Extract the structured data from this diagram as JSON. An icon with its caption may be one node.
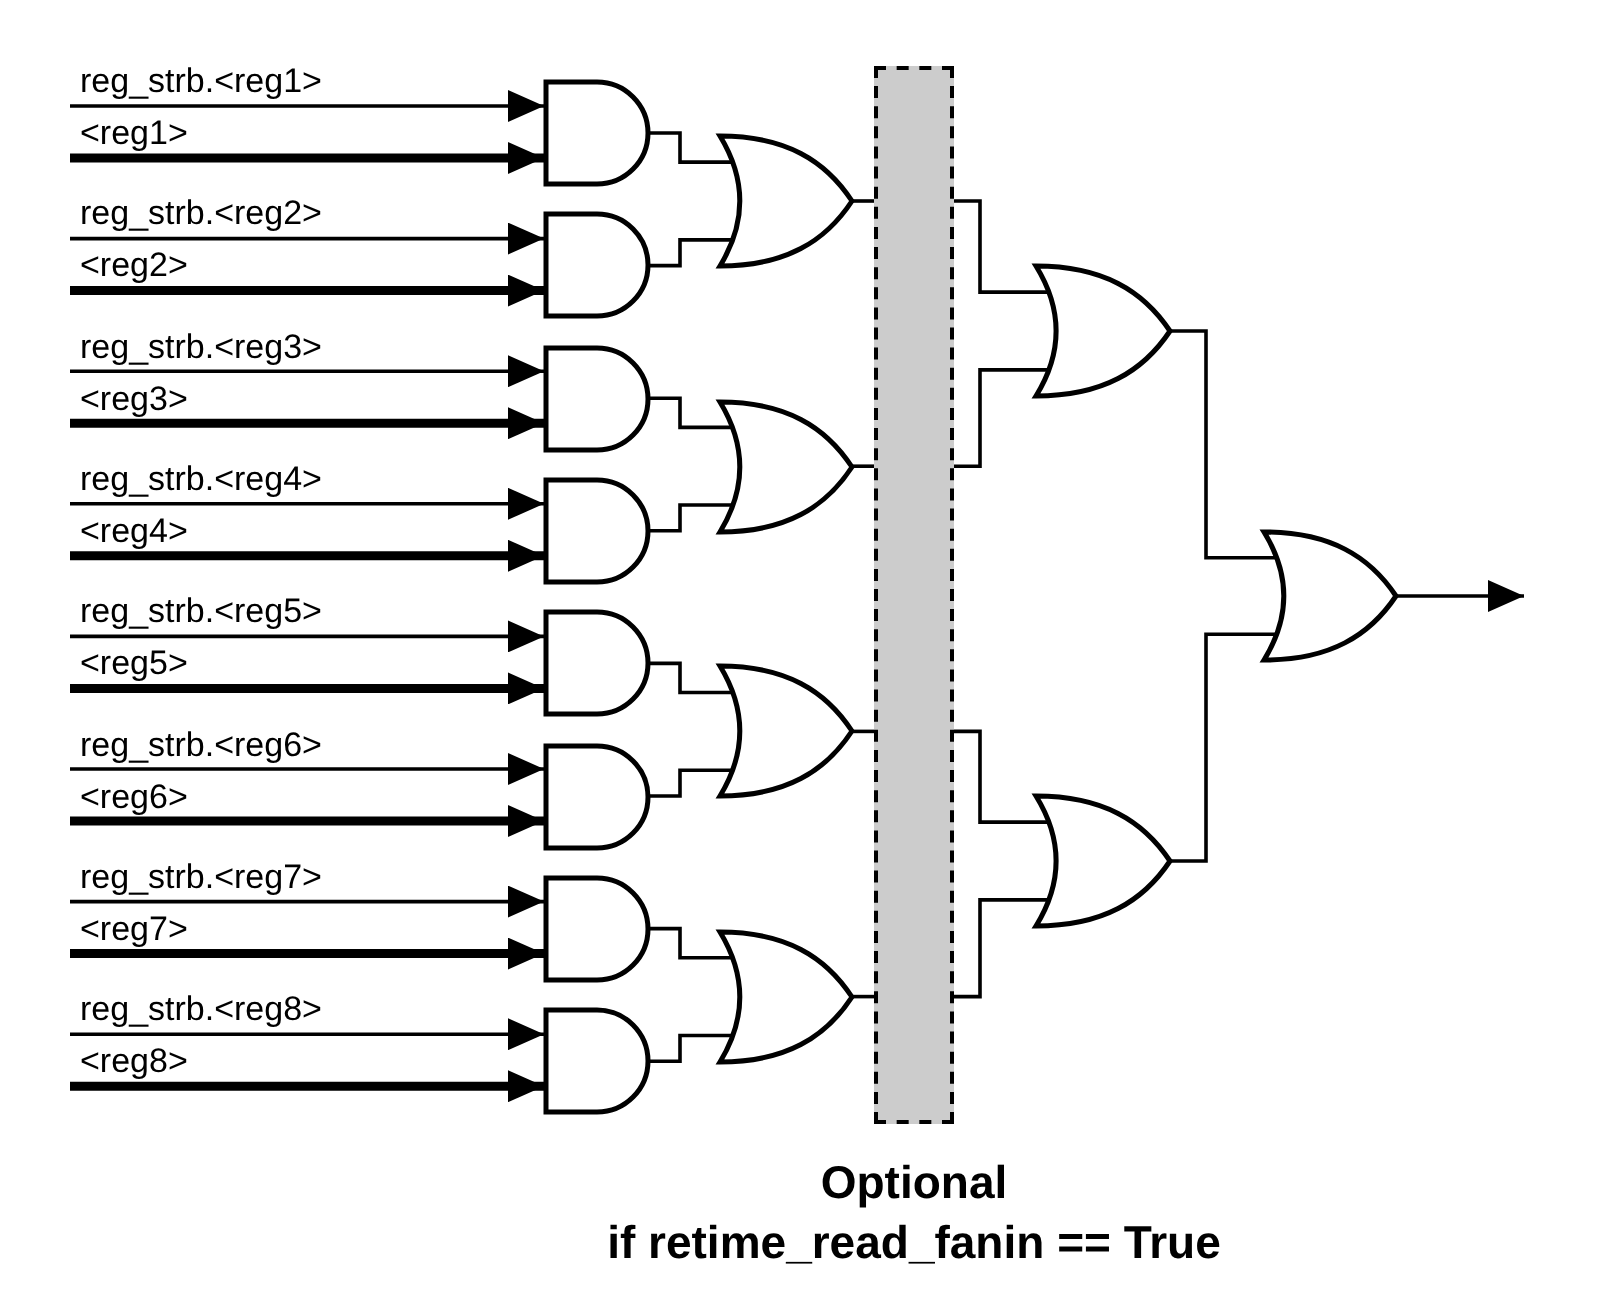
{
  "diagram": {
    "nodes": [
      {
        "text": [],
        "shape": "and-gate"
      },
      {
        "text": [],
        "shape": "and-gate"
      },
      {
        "text": [],
        "shape": "and-gate"
      },
      {
        "text": [],
        "shape": "and-gate"
      },
      {
        "text": [],
        "shape": "and-gate"
      },
      {
        "text": [],
        "shape": "and-gate"
      },
      {
        "text": [],
        "shape": "and-gate"
      },
      {
        "text": [],
        "shape": "and-gate"
      },
      {
        "text": [],
        "shape": "or-gate"
      },
      {
        "text": [],
        "shape": "or-gate"
      },
      {
        "text": [],
        "shape": "or-gate"
      },
      {
        "text": [],
        "shape": "or-gate"
      },
      {
        "text": [],
        "shape": "bar",
        "beside": [
          "Optional",
          "if retime_read_fanin == True"
        ]
      },
      {
        "text": [],
        "shape": "or-gate"
      },
      {
        "text": [],
        "shape": "or-gate"
      },
      {
        "text": [],
        "shape": "or-gate"
      }
    ],
    "edges": [
      {
        "from": null,
        "to": 0,
        "arrow": "to",
        "label": "reg_strb.<reg1>"
      },
      {
        "from": null,
        "to": 0,
        "arrow": "to",
        "label": "<reg1>",
        "style": "thick"
      },
      {
        "from": null,
        "to": 1,
        "arrow": "to",
        "label": "reg_strb.<reg2>"
      },
      {
        "from": null,
        "to": 1,
        "arrow": "to",
        "label": "<reg2>",
        "style": "thick"
      },
      {
        "from": null,
        "to": 2,
        "arrow": "to",
        "label": "reg_strb.<reg3>"
      },
      {
        "from": null,
        "to": 2,
        "arrow": "to",
        "label": "<reg3>",
        "style": "thick"
      },
      {
        "from": null,
        "to": 3,
        "arrow": "to",
        "label": "reg_strb.<reg4>"
      },
      {
        "from": null,
        "to": 3,
        "arrow": "to",
        "label": "<reg4>",
        "style": "thick"
      },
      {
        "from": null,
        "to": 4,
        "arrow": "to",
        "label": "reg_strb.<reg5>"
      },
      {
        "from": null,
        "to": 4,
        "arrow": "to",
        "label": "<reg5>",
        "style": "thick"
      },
      {
        "from": null,
        "to": 5,
        "arrow": "to",
        "label": "reg_strb.<reg6>"
      },
      {
        "from": null,
        "to": 5,
        "arrow": "to",
        "label": "<reg6>",
        "style": "thick"
      },
      {
        "from": null,
        "to": 6,
        "arrow": "to",
        "label": "reg_strb.<reg7>"
      },
      {
        "from": null,
        "to": 6,
        "arrow": "to",
        "label": "<reg7>",
        "style": "thick"
      },
      {
        "from": null,
        "to": 7,
        "arrow": "to",
        "label": "reg_strb.<reg8>"
      },
      {
        "from": null,
        "to": 7,
        "arrow": "to",
        "label": "<reg8>",
        "style": "thick"
      },
      {
        "from": 0,
        "to": 8,
        "arrow": "none"
      },
      {
        "from": 1,
        "to": 8,
        "arrow": "none"
      },
      {
        "from": 2,
        "to": 9,
        "arrow": "none"
      },
      {
        "from": 3,
        "to": 9,
        "arrow": "none"
      },
      {
        "from": 4,
        "to": 10,
        "arrow": "none"
      },
      {
        "from": 5,
        "to": 10,
        "arrow": "none"
      },
      {
        "from": 6,
        "to": 11,
        "arrow": "none"
      },
      {
        "from": 7,
        "to": 11,
        "arrow": "none"
      },
      {
        "from": 8,
        "to": 12,
        "arrow": "none"
      },
      {
        "from": 9,
        "to": 12,
        "arrow": "none"
      },
      {
        "from": 10,
        "to": 12,
        "arrow": "none"
      },
      {
        "from": 11,
        "to": 12,
        "arrow": "none"
      },
      {
        "from": 12,
        "to": 13,
        "arrow": "none"
      },
      {
        "from": 12,
        "to": 13,
        "arrow": "none"
      },
      {
        "from": 12,
        "to": 14,
        "arrow": "none"
      },
      {
        "from": 12,
        "to": 14,
        "arrow": "none"
      },
      {
        "from": 13,
        "to": 15,
        "arrow": "none"
      },
      {
        "from": 14,
        "to": 15,
        "arrow": "none"
      },
      {
        "from": 15,
        "to": null,
        "arrow": "to"
      }
    ]
  }
}
